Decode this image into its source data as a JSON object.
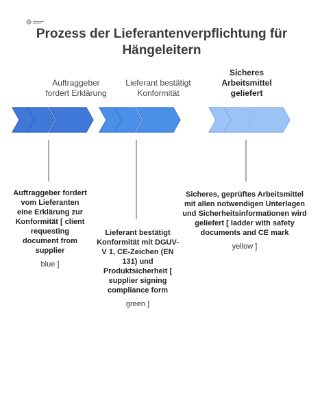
{
  "logo": {
    "icon": "company-logo-icon"
  },
  "title": {
    "line1": "Prozess der Lieferantenverpflichtung für",
    "line2": "Hängeleitern"
  },
  "stages": [
    {
      "header_lines": [
        "Auftraggeber",
        "fordert Erklärung"
      ],
      "header_bold": false,
      "color_main": "#3f78d6",
      "color_dark": "#2f62bd",
      "description": "Auftraggeber fordert vom Lieferanten eine Erklärung zur Konformität [ client requesting document from supplier",
      "description_tail": "blue ]"
    },
    {
      "header_lines": [
        "Lieferant bestätigt",
        "Konformität"
      ],
      "header_bold": false,
      "color_main": "#4a8fe8",
      "color_dark": "#3978d4",
      "description": "Lieferant bestätigt Konformität mit DGUV-V 1, CE-Zeichen (EN 131) und Produktsicherheit [ supplier signing compliance form",
      "description_tail": "green ]"
    },
    {
      "header_lines": [
        "Sicheres",
        "Arbeitsmittel",
        "geliefert"
      ],
      "header_bold": true,
      "color_main": "#9dc3f5",
      "color_dark": "#7fadeb",
      "description": "Sicheres, geprüftes Arbeitsmittel mit allen notwendigen Unterlagen und Sicherheitsinformationen wird geliefert [ ladder with safety documents and CE mark",
      "description_tail": "yellow ]"
    }
  ]
}
